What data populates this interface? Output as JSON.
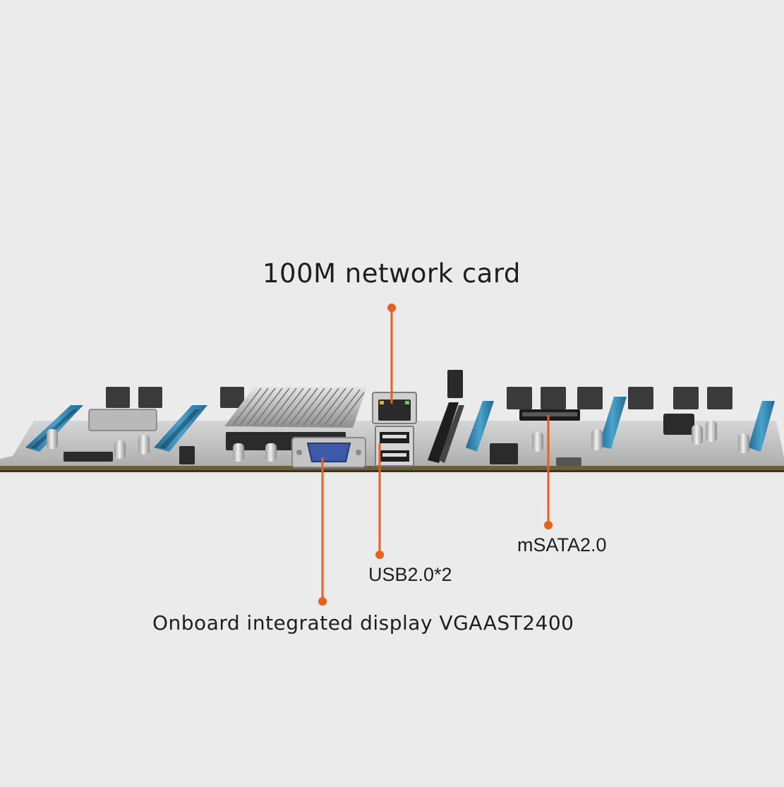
{
  "callouts": {
    "network": "100M network card",
    "msata": "mSATA2.0",
    "usb": "USB2.0*2",
    "vga": "Onboard integrated display VGAAST2400"
  },
  "colors": {
    "background": "#ebebeb",
    "accent": "#e8601c",
    "board": "#c8c8c8",
    "pcie_slot": "#2f7fa8",
    "label_text": "#1e1e1e"
  },
  "icons": [
    "rj45-port-icon",
    "usb-port-icon",
    "vga-port-icon",
    "heatsink-icon",
    "msata-slot-icon"
  ]
}
